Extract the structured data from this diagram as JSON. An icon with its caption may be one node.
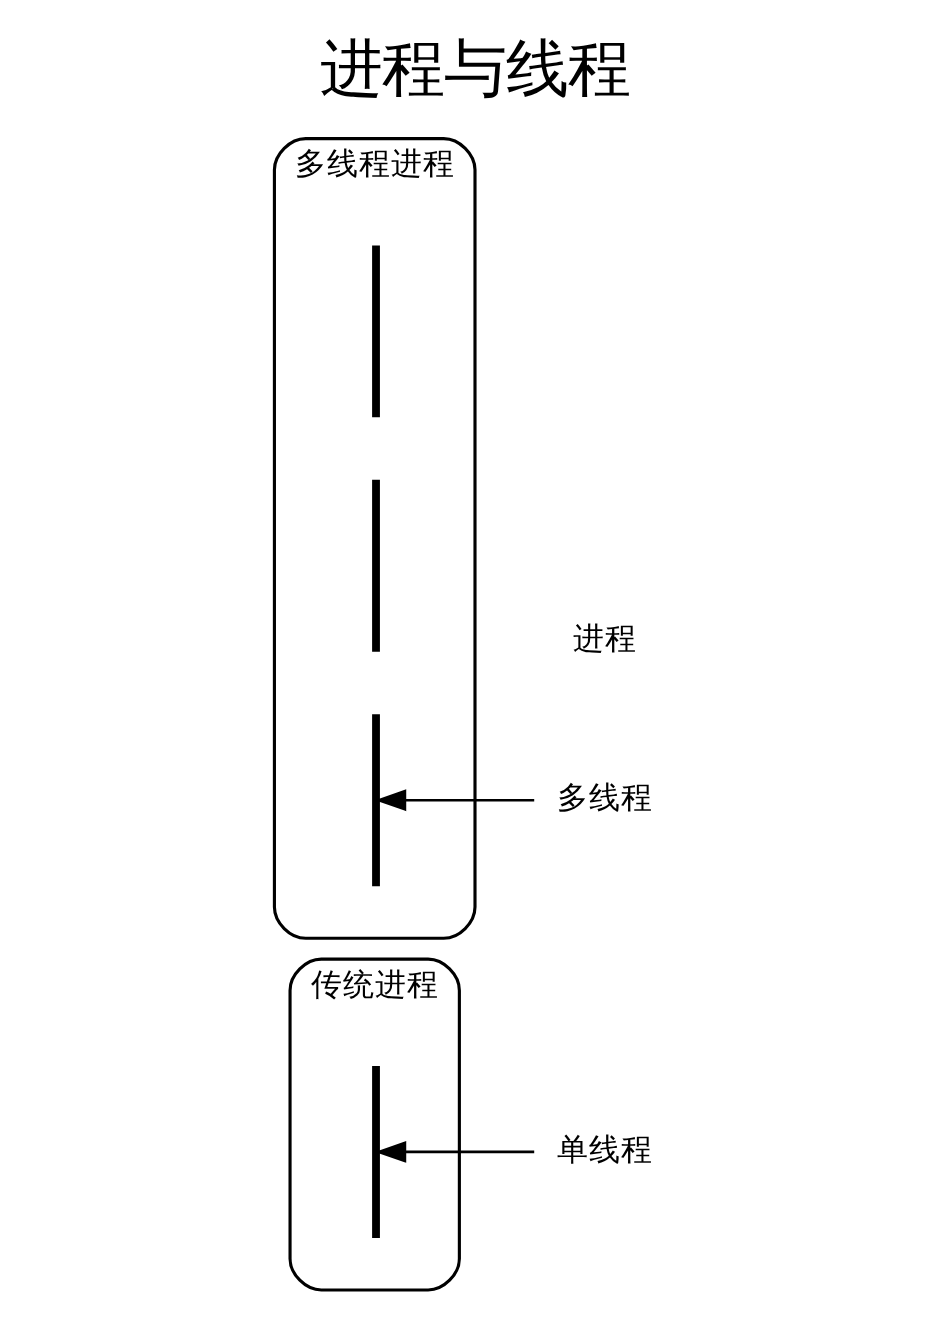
{
  "diagram": {
    "title": "进程与线程",
    "nodes": [
      {
        "text": [
          "传统进程"
        ]
      },
      {
        "text": [],
        "shape": "line",
        "in": 0
      },
      {
        "text": [
          "单线程"
        ]
      },
      {
        "text": [
          "多线程进程"
        ]
      },
      {
        "text": [],
        "shape": "line",
        "in": 3
      },
      {
        "text": [],
        "shape": "line",
        "in": 3
      },
      {
        "text": [],
        "shape": "line",
        "in": 3
      },
      {
        "text": [
          "多线程"
        ]
      }
    ],
    "edges": [
      {
        "from": 2,
        "to": 1,
        "arrow": "to"
      },
      {
        "from": 7,
        "to": 6,
        "arrow": "to"
      }
    ],
    "labels": [
      "进程"
    ]
  }
}
